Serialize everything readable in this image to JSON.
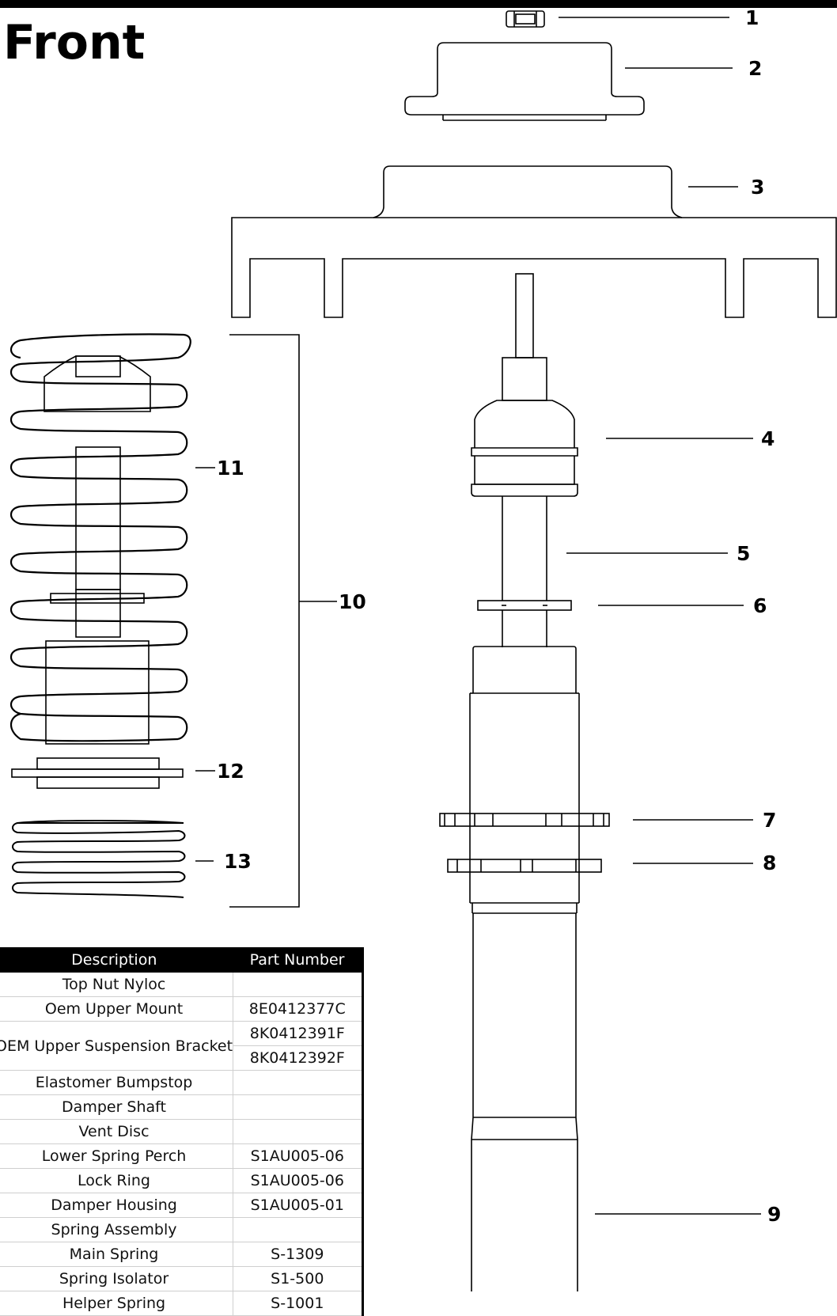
{
  "title": "Front",
  "callouts": [
    "1",
    "2",
    "3",
    "4",
    "5",
    "6",
    "7",
    "8",
    "9",
    "10",
    "11",
    "12",
    "13"
  ],
  "table": {
    "headers": {
      "description": "Description",
      "part_number": "Part Number"
    },
    "rows": [
      {
        "description": "Top Nut Nyloc",
        "part_numbers": [
          ""
        ]
      },
      {
        "description": "Oem Upper Mount",
        "part_numbers": [
          "8E0412377C"
        ]
      },
      {
        "description": "OEM Upper Suspension Bracket",
        "part_numbers": [
          "8K0412391F",
          "8K0412392F"
        ]
      },
      {
        "description": "Elastomer Bumpstop",
        "part_numbers": [
          ""
        ]
      },
      {
        "description": "Damper Shaft",
        "part_numbers": [
          ""
        ]
      },
      {
        "description": "Vent Disc",
        "part_numbers": [
          ""
        ]
      },
      {
        "description": "Lower Spring Perch",
        "part_numbers": [
          "S1AU005-06"
        ]
      },
      {
        "description": "Lock Ring",
        "part_numbers": [
          "S1AU005-06"
        ]
      },
      {
        "description": "Damper Housing",
        "part_numbers": [
          "S1AU005-01"
        ]
      },
      {
        "description": "Spring Assembly",
        "part_numbers": [
          ""
        ]
      },
      {
        "description": "Main Spring",
        "part_numbers": [
          "S-1309"
        ]
      },
      {
        "description": "Spring Isolator",
        "part_numbers": [
          "S1-500"
        ]
      },
      {
        "description": "Helper Spring",
        "part_numbers": [
          "S-1001"
        ]
      }
    ]
  }
}
